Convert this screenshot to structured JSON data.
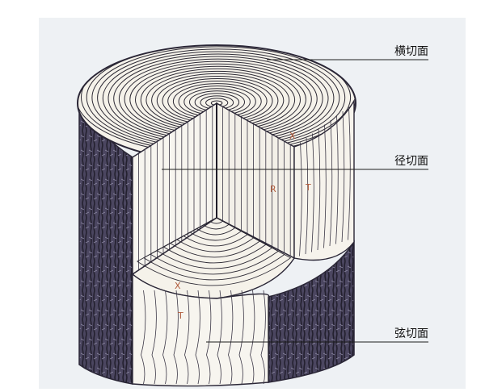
{
  "labels": {
    "cross_section": "横切面",
    "radial_section": "径切面",
    "tangential_section": "弦切面"
  },
  "markers": {
    "top_x": "X",
    "radial_r": "R",
    "radial_t": "T",
    "lower_x": "X",
    "lower_t": "T"
  },
  "colors": {
    "paper": "#eef1f4",
    "bark": "#3a3550",
    "bark_mid": "#5b5670",
    "wood": "#f5f2ea",
    "ring": "#2d2a35",
    "marker": "#b05a3a"
  }
}
